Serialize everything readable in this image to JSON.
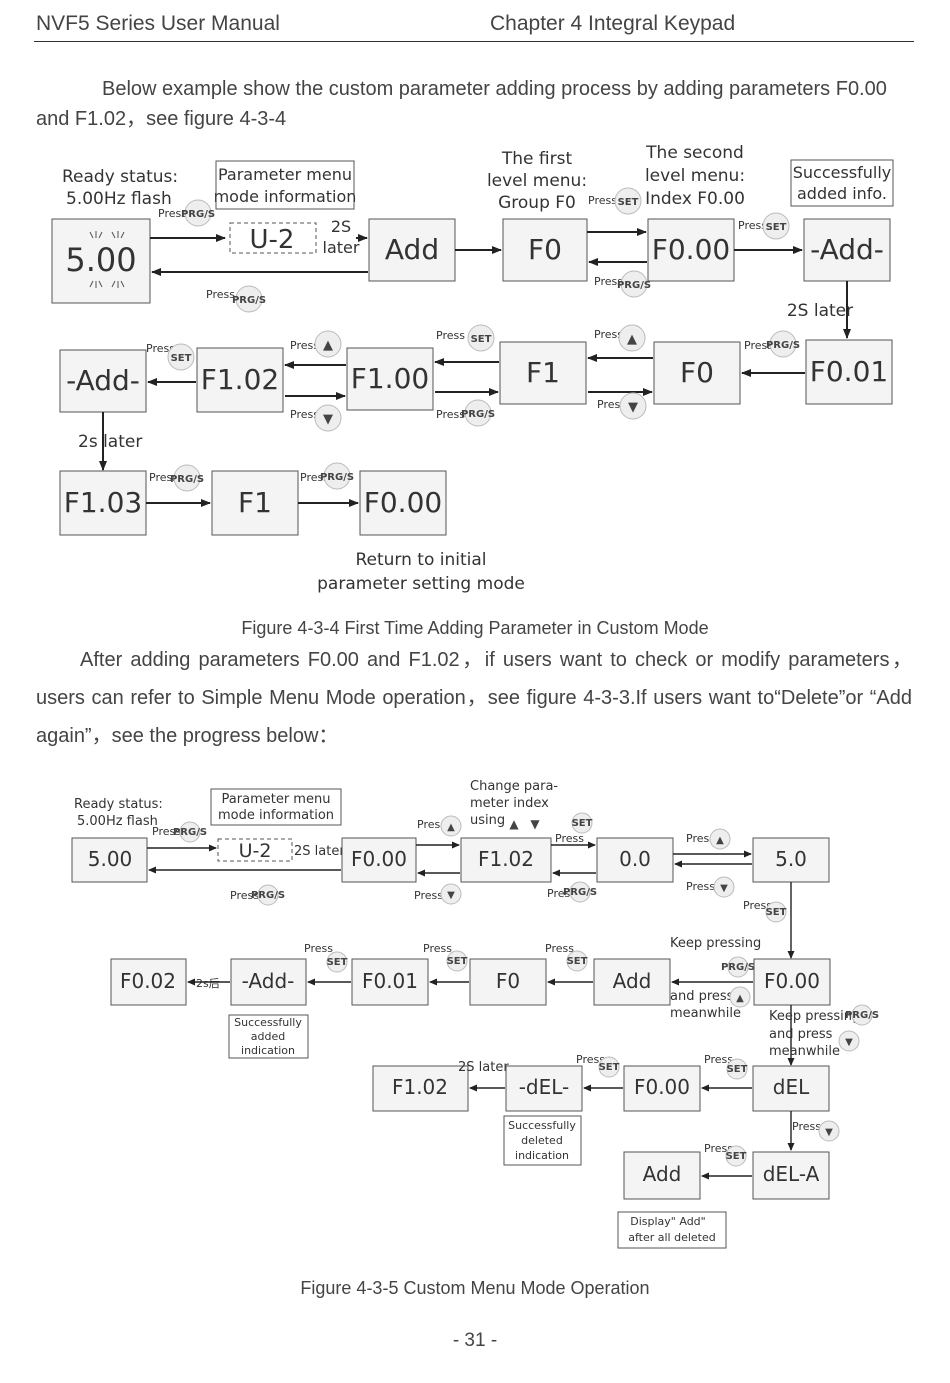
{
  "header": {
    "left": "NVF5 Series User Manual",
    "right": "Chapter 4 Integral Keypad"
  },
  "intro": "Below example show the custom parameter adding process by adding parameters F0.00 and F1.02，see figure 4-3-4",
  "middle": "After adding parameters F0.00 and F1.02，if users want to check or modify parameters，users can refer to Simple Menu Mode operation，see figure 4-3-3.If users want to“Delete”or “Add again”，see the progress below：",
  "fig1": {
    "caption": "Figure 4-3-4 First Time Adding Parameter in Custom Mode",
    "labels": {
      "ready1": "Ready status:",
      "ready2": "5.00Hz flash",
      "pm1": "Parameter menu",
      "pm2": "mode information",
      "l1a": "The first",
      "l1b": "level menu:",
      "l1c": "Group F0",
      "l2a": "The second",
      "l2b": "level menu:",
      "l2c": "Index F0.00",
      "ok1": "Successfully",
      "ok2": "added info.",
      "s2a": "2S",
      "s2b": "later",
      "s2later": "2S later",
      "s2lower": "2s later",
      "ret1": "Return to initial",
      "ret2": "parameter setting mode"
    },
    "displays": {
      "d500": "5.00",
      "u2": "U-2",
      "add": "Add",
      "f0": "F0",
      "f000": "F0.00",
      "addd": "-Add-",
      "f001": "F0.01",
      "f1": "F1",
      "f100": "F1.00",
      "f102": "F1.02",
      "f103": "F1.03"
    },
    "keys": {
      "press": "Press",
      "prgs": "PRG/S",
      "set": "SET",
      "up": "▲",
      "down": "▼"
    }
  },
  "fig2": {
    "caption": "Figure 4-3-5 Custom Menu Mode Operation",
    "labels": {
      "ready1": "Ready status:",
      "ready2": "5.00Hz flash",
      "pm1": "Parameter menu",
      "pm2": "mode information",
      "chg1": "Change para-",
      "chg2": "meter index",
      "chg3": "using",
      "s2later": "2S later",
      "keep1": "Keep pressing",
      "and1": "and press",
      "mean1": "meanwhile",
      "keep2": "Keep pressing",
      "and2": "and press",
      "mean2": "meanwhile",
      "twos": "2s后",
      "sa1": "Successfully",
      "sa2": "added",
      "sa3": "indication",
      "sd1": "Successfully",
      "sd2": "deleted",
      "sd3": "indication",
      "disp1": "Display\" Add\"",
      "disp2": "after all deleted"
    },
    "displays": {
      "d500": "5.00",
      "u2": "U-2",
      "f000": "F0.00",
      "f102": "F1.02",
      "z": "0.0",
      "f50": "5.0",
      "f002": "F0.02",
      "addd": "-Add-",
      "f001": "F0.01",
      "f0": "F0",
      "add": "Add",
      "del": "-dEL-",
      "dEL": "dEL",
      "dela": "dEL-A"
    }
  },
  "page_number": "- 31 -"
}
